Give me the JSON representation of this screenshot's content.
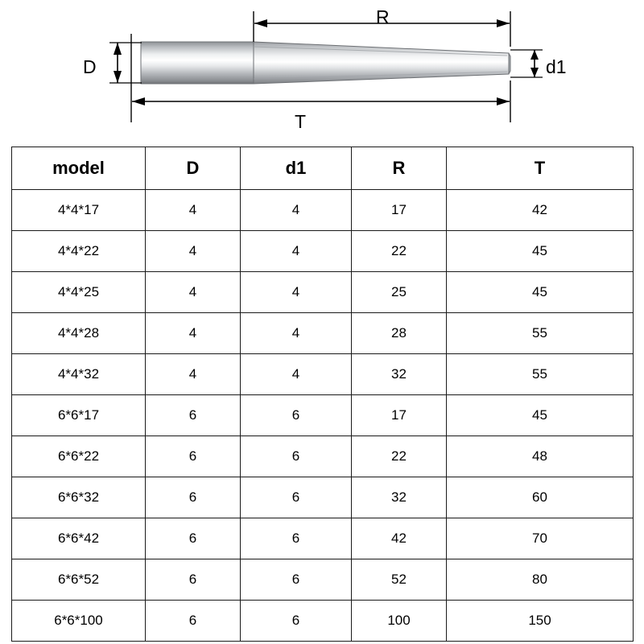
{
  "drawing": {
    "name": "end-mill-dimension-drawing",
    "labels": {
      "R": "R",
      "T": "T",
      "D": "D",
      "d1": "d1"
    }
  },
  "table": {
    "columns": [
      "model",
      "D",
      "d1",
      "R",
      "T"
    ],
    "rows": [
      [
        "4*4*17",
        "4",
        "4",
        "17",
        "42"
      ],
      [
        "4*4*22",
        "4",
        "4",
        "22",
        "45"
      ],
      [
        "4*4*25",
        "4",
        "4",
        "25",
        "45"
      ],
      [
        "4*4*28",
        "4",
        "4",
        "28",
        "55"
      ],
      [
        "4*4*32",
        "4",
        "4",
        "32",
        "55"
      ],
      [
        "6*6*17",
        "6",
        "6",
        "17",
        "45"
      ],
      [
        "6*6*22",
        "6",
        "6",
        "22",
        "48"
      ],
      [
        "6*6*32",
        "6",
        "6",
        "32",
        "60"
      ],
      [
        "6*6*42",
        "6",
        "6",
        "42",
        "70"
      ],
      [
        "6*6*52",
        "6",
        "6",
        "52",
        "80"
      ],
      [
        "6*6*100",
        "6",
        "6",
        "100",
        "150"
      ]
    ]
  }
}
